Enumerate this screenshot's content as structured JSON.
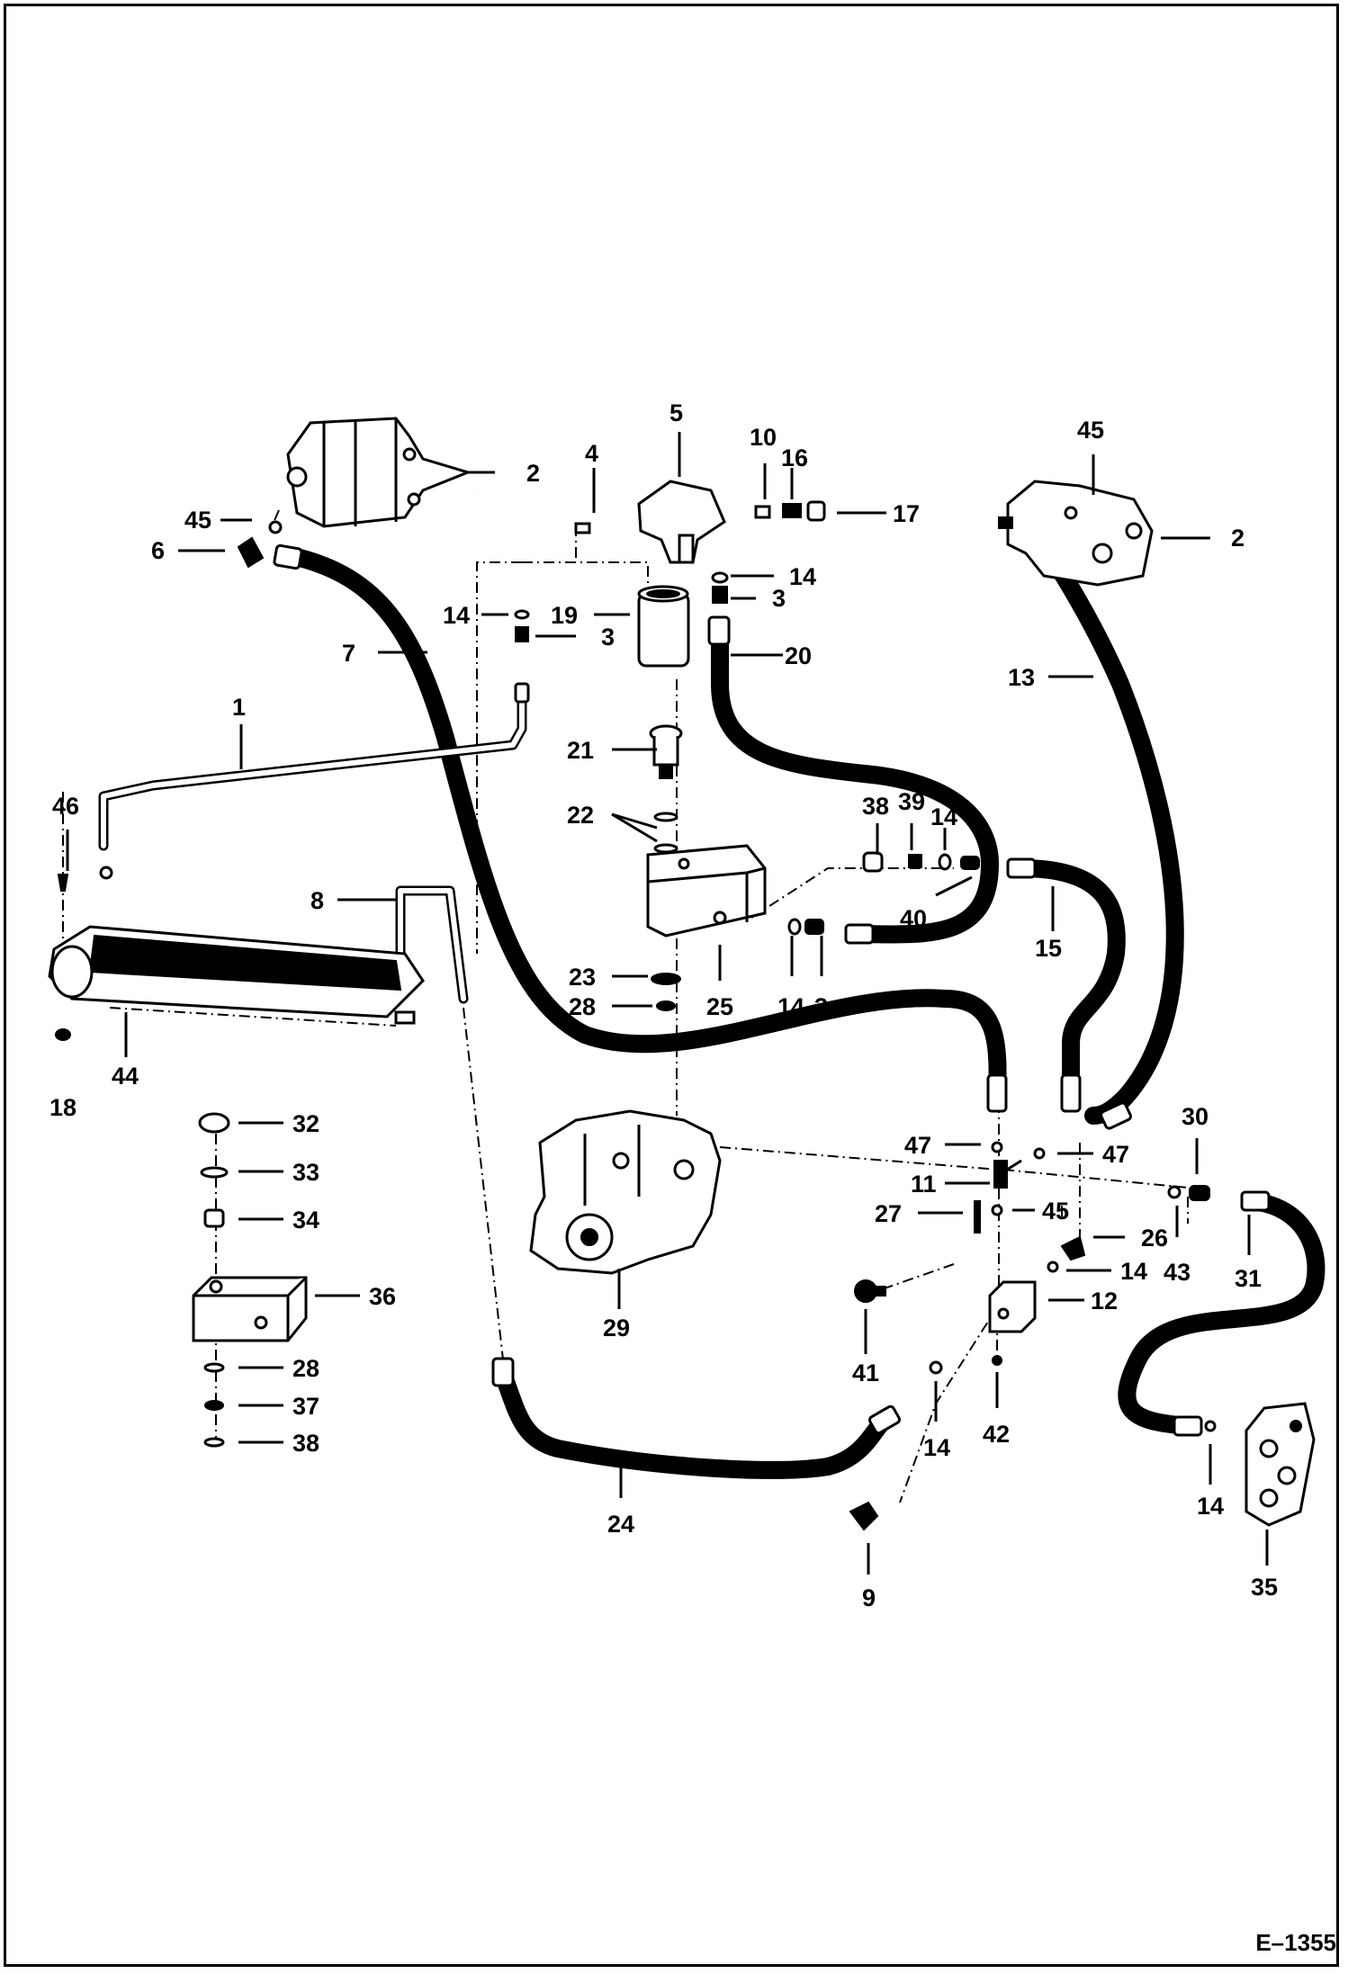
{
  "diagram": {
    "reference": "E–1355",
    "callouts": [
      {
        "id": "c-2-left",
        "text": "2"
      },
      {
        "id": "c-45-left",
        "text": "45"
      },
      {
        "id": "c-6",
        "text": "6"
      },
      {
        "id": "c-4",
        "text": "4"
      },
      {
        "id": "c-5",
        "text": "5"
      },
      {
        "id": "c-10",
        "text": "10"
      },
      {
        "id": "c-16",
        "text": "16"
      },
      {
        "id": "c-17",
        "text": "17"
      },
      {
        "id": "c-14-top",
        "text": "14"
      },
      {
        "id": "c-3-top",
        "text": "3"
      },
      {
        "id": "c-20",
        "text": "20"
      },
      {
        "id": "c-14-filter",
        "text": "14"
      },
      {
        "id": "c-19",
        "text": "19"
      },
      {
        "id": "c-3-filter",
        "text": "3"
      },
      {
        "id": "c-7",
        "text": "7"
      },
      {
        "id": "c-45-right",
        "text": "45"
      },
      {
        "id": "c-2-right",
        "text": "2"
      },
      {
        "id": "c-13",
        "text": "13"
      },
      {
        "id": "c-1",
        "text": "1"
      },
      {
        "id": "c-21",
        "text": "21"
      },
      {
        "id": "c-22",
        "text": "22"
      },
      {
        "id": "c-46",
        "text": "46"
      },
      {
        "id": "c-38-top",
        "text": "38"
      },
      {
        "id": "c-39",
        "text": "39"
      },
      {
        "id": "c-14-mid",
        "text": "14"
      },
      {
        "id": "c-40",
        "text": "40"
      },
      {
        "id": "c-15",
        "text": "15"
      },
      {
        "id": "c-8",
        "text": "8"
      },
      {
        "id": "c-23",
        "text": "23"
      },
      {
        "id": "c-28-mid",
        "text": "28"
      },
      {
        "id": "c-25",
        "text": "25"
      },
      {
        "id": "c-14-valve",
        "text": "14"
      },
      {
        "id": "c-3-valve",
        "text": "3"
      },
      {
        "id": "c-44",
        "text": "44"
      },
      {
        "id": "c-18",
        "text": "18"
      },
      {
        "id": "c-32",
        "text": "32"
      },
      {
        "id": "c-33",
        "text": "33"
      },
      {
        "id": "c-34",
        "text": "34"
      },
      {
        "id": "c-36",
        "text": "36"
      },
      {
        "id": "c-28-low",
        "text": "28"
      },
      {
        "id": "c-37",
        "text": "37"
      },
      {
        "id": "c-38-low",
        "text": "38"
      },
      {
        "id": "c-29",
        "text": "29"
      },
      {
        "id": "c-47-left",
        "text": "47"
      },
      {
        "id": "c-47-right",
        "text": "47"
      },
      {
        "id": "c-11",
        "text": "11"
      },
      {
        "id": "c-27",
        "text": "27"
      },
      {
        "id": "c-45-tee",
        "text": "45"
      },
      {
        "id": "c-26",
        "text": "26"
      },
      {
        "id": "c-14-tee",
        "text": "14"
      },
      {
        "id": "c-30",
        "text": "30"
      },
      {
        "id": "c-43",
        "text": "43"
      },
      {
        "id": "c-31",
        "text": "31"
      },
      {
        "id": "c-12",
        "text": "12"
      },
      {
        "id": "c-41",
        "text": "41"
      },
      {
        "id": "c-42",
        "text": "42"
      },
      {
        "id": "c-14-lower",
        "text": "14"
      },
      {
        "id": "c-24",
        "text": "24"
      },
      {
        "id": "c-9",
        "text": "9"
      },
      {
        "id": "c-14-right",
        "text": "14"
      },
      {
        "id": "c-35",
        "text": "35"
      }
    ]
  }
}
